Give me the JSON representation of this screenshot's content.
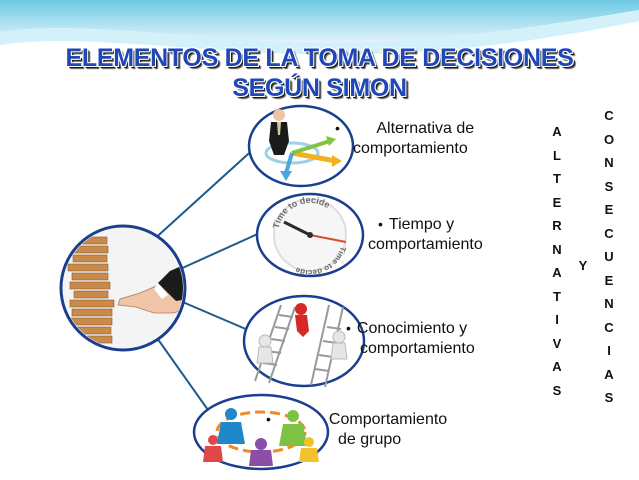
{
  "title": {
    "line1": "ELEMENTOS DE LA TOMA DE DECISIONES",
    "line2": "SEGÚN SIMON"
  },
  "nodes": [
    {
      "label_line1": "Alternativa de",
      "label_line2": "comportamiento",
      "bullet": "•",
      "icon": "businessman-arrows-icon"
    },
    {
      "label_line1": "Tiempo y",
      "label_line2": "comportamiento",
      "bullet": "•",
      "icon": "clock-icon",
      "clock_text": "Time to decide"
    },
    {
      "label_line1": "Conocimiento y",
      "label_line2": "comportamiento",
      "bullet": "•",
      "icon": "ladder-figures-icon"
    },
    {
      "label_line1": "Comportamiento",
      "label_line2": "de grupo",
      "bullet": "•",
      "icon": "group-figures-icon"
    }
  ],
  "central_image": "jenga-tower-hand-icon",
  "vertical_text": {
    "left": [
      "A",
      "L",
      "T",
      "E",
      "R",
      "N",
      "A",
      "T",
      "I",
      "V",
      "A",
      "S"
    ],
    "middle": "Y",
    "right": [
      "C",
      "O",
      "N",
      "S",
      "E",
      "C",
      "U",
      "E",
      "N",
      "C",
      "I",
      "A",
      "S"
    ]
  },
  "colors": {
    "title": "#1f47b8",
    "connector": "#1e5a8a",
    "circle_border": "#1a3f8f",
    "wave": "#8fd3e8"
  }
}
